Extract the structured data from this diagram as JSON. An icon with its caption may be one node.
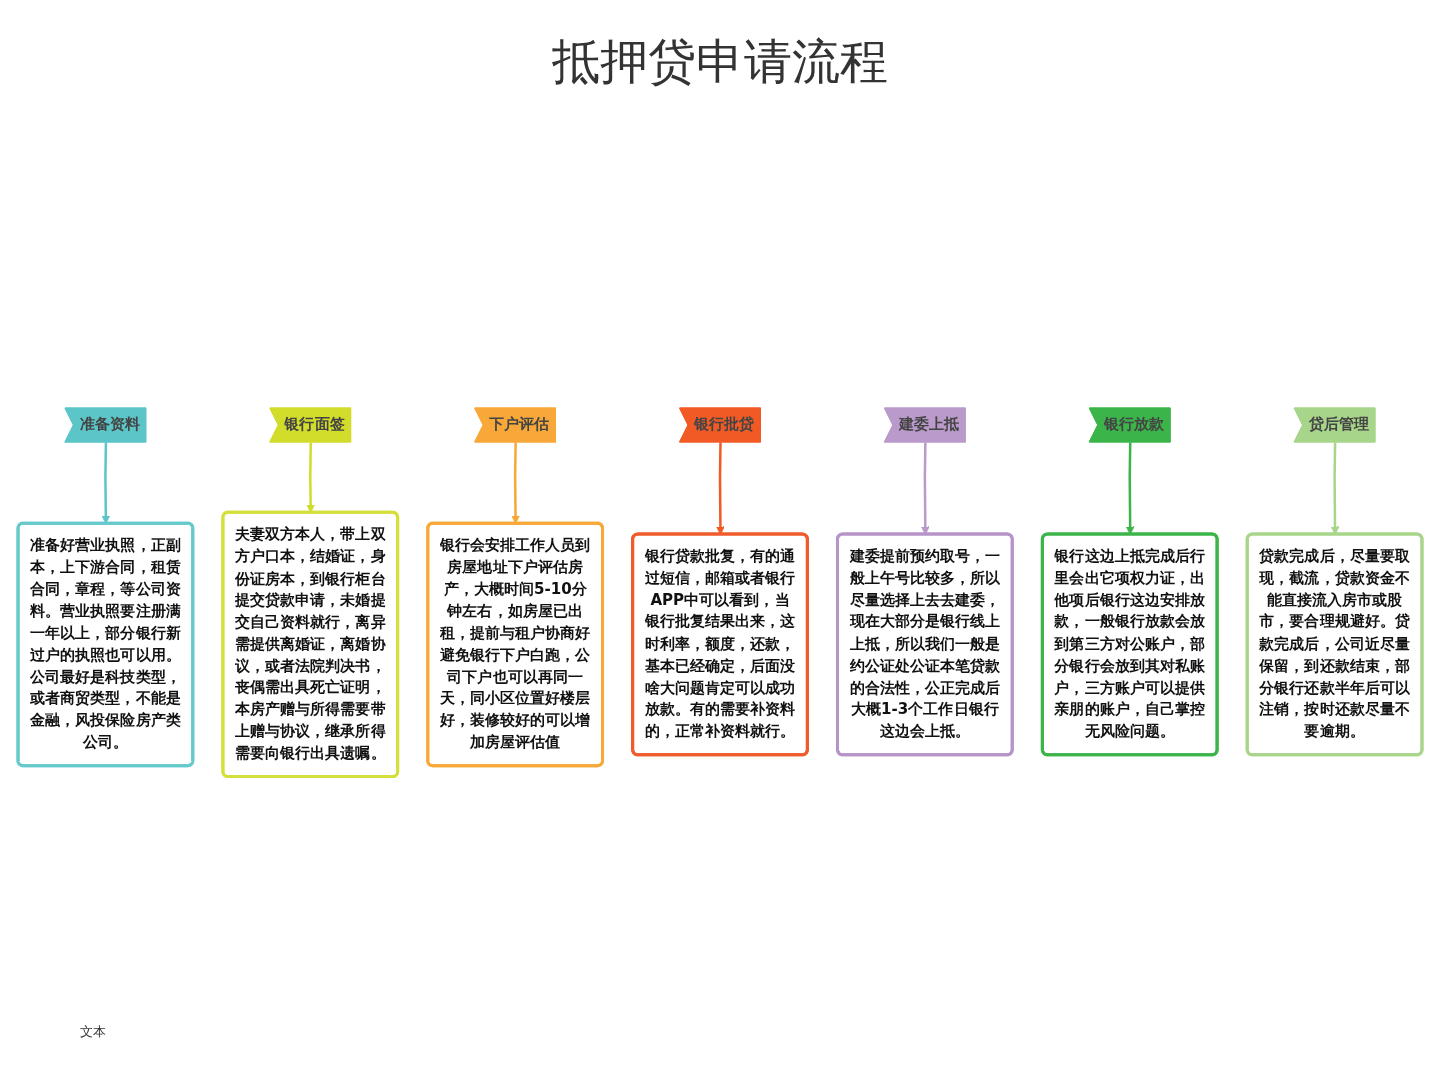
{
  "diagram": {
    "title": "抵押贷申请流程",
    "nodes": [
      {
        "text": [
          "准备好营业执照，正副本，上下游合同，租赁合同，章程，等公司资料。营业执照要注册满一年以上，部分银行新过户的执照也可以用。公司最好是科技类型，或者商贸类型，不能是金融，风投保险房产类公司。"
        ]
      },
      {
        "text": [
          "银行会安排工作人员到房屋地址下户评估房产，大概时间5-10分钟左右，如房屋已出租，提前与租户协商好避免银行下户白跑，公司下户也可以再同一天，同小区位置好楼层好，装修较好的可以增加房屋评估值"
        ]
      },
      {
        "text": [
          "建委提前预约取号，一般上午号比较多，所以尽量选择上去去建委，现在大部分是银行线上上抵，所以我们一般是约公证处公证本笔贷款的合法性，公正完成后大概1-3个工作日银行这边会上抵。"
        ]
      },
      {
        "text": [
          "贷款完成后，尽量要取现，截流，贷款资金不能直接流入房市或股市，要合理规避好。贷款完成后，公司近尽量保留，到还款结束，部分银行还款半年后可以注销，按时还款尽量不要逾期。"
        ]
      },
      {
        "text": [
          "准备资料"
        ]
      },
      {
        "text": [
          "银行面签"
        ]
      },
      {
        "text": [
          "下户评估"
        ]
      },
      {
        "text": [
          "银行批贷"
        ]
      },
      {
        "text": [
          "建委上抵"
        ]
      },
      {
        "text": [
          "银行放款"
        ]
      },
      {
        "text": [
          "贷后管理"
        ]
      },
      {
        "text": [
          "夫妻双方本人，带上双方户口本，结婚证，身份证房本，到银行柜台提交贷款申请，未婚提交自己资料就行，离异需提供离婚证，离婚协议，或者法院判决书，丧偶需出具死亡证明，本房产赠与所得需要带上赠与协议，继承所得需要向银行出具遗嘱。"
        ]
      },
      {
        "text": [
          "银行贷款批复，有的通过短信，邮箱或者银行APP中可以看到，当银行批复结果出来，这时利率，额度，还款，基本已经确定，后面没啥大问题肯定可以成功放款。有的需要补资料的，正常补资料就行。"
        ]
      },
      {
        "text": [
          "银行这边上抵完成后行里会出它项权力证，出他项后银行这边安排放款，一般银行放款会放到第三方对公账户，部分银行会放到其对私账户，三方账户可以提供亲朋的账户，自己掌控无风险问题。"
        ]
      }
    ],
    "edges": [
      {
        "from": 4,
        "to": 0,
        "arrow": "to",
        "color": "#5bc5c8"
      },
      {
        "from": 5,
        "to": 11,
        "arrow": "to",
        "color": "#d2dc2a"
      },
      {
        "from": 6,
        "to": 1,
        "arrow": "to",
        "color": "#f8a838"
      },
      {
        "from": 7,
        "to": 12,
        "arrow": "to",
        "color": "#f15a24"
      },
      {
        "from": 8,
        "to": 2,
        "arrow": "to",
        "color": "#b99acb"
      },
      {
        "from": 9,
        "to": 13,
        "arrow": "to",
        "color": "#3bb54a"
      },
      {
        "from": 10,
        "to": 3,
        "arrow": "to",
        "color": "#a7d58a"
      }
    ],
    "labels": [
      "文本"
    ]
  }
}
